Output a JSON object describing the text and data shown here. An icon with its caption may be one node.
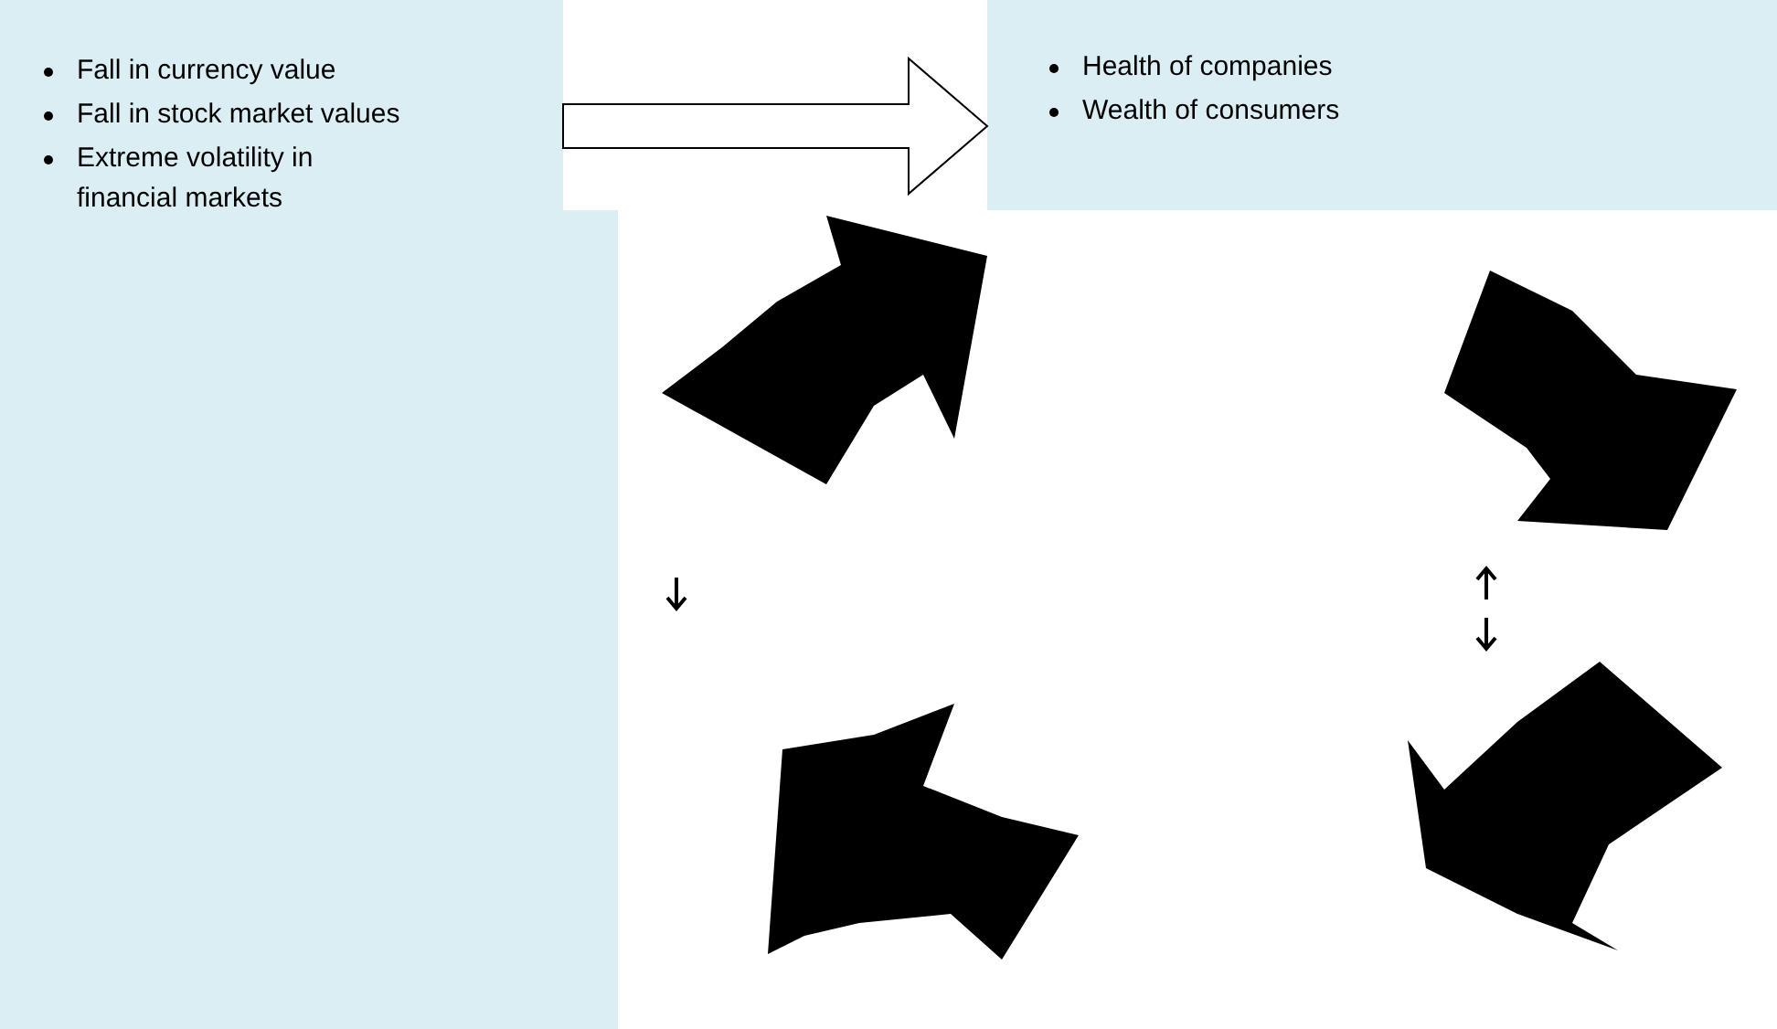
{
  "diagram": {
    "nodes": [
      {
        "text": [
          "Fall in currency value",
          "Fall in stock market values",
          "Extreme volatility in financial markets"
        ]
      },
      {
        "text": [
          "Health of companies",
          "Wealth of consumers"
        ]
      }
    ],
    "edges": [
      {
        "from": 0,
        "to": 1,
        "arrow": "to"
      }
    ]
  }
}
